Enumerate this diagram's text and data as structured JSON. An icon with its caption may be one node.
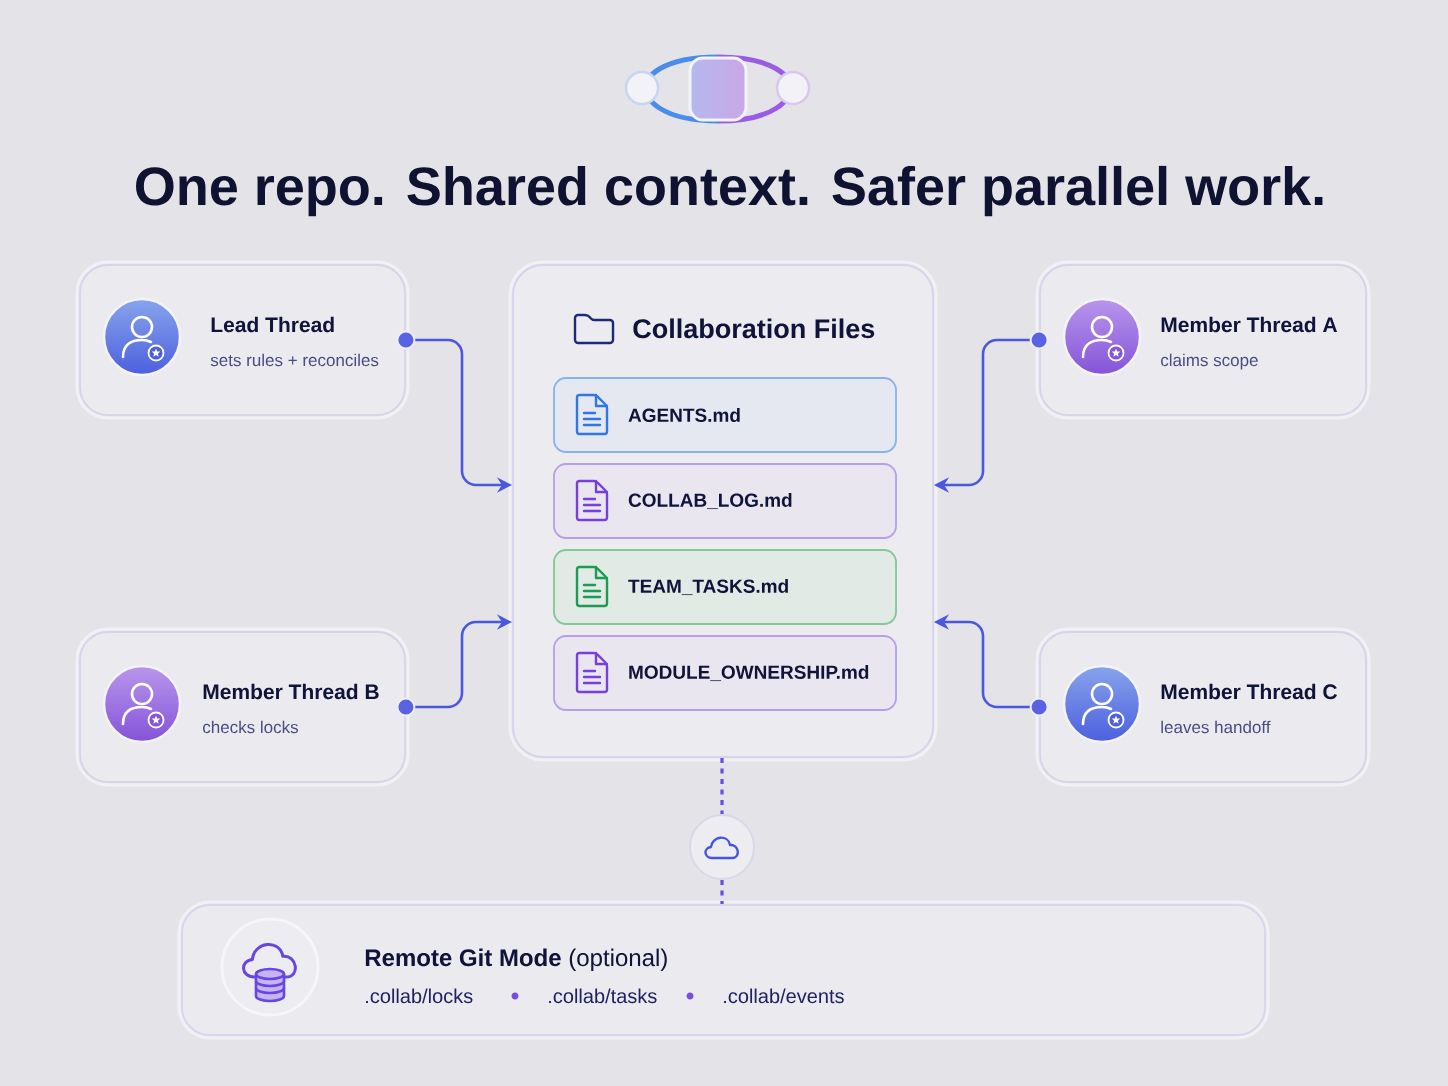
{
  "diagram": {
    "title": "One repo. Shared context. Safer parallel work.",
    "nodes": [
      {
        "text": [
          "Lead Thread",
          "sets rules + reconciles"
        ]
      },
      {
        "text": [
          "Collaboration Files"
        ]
      },
      {
        "text": [
          "AGENTS.md"
        ],
        "in": 1
      },
      {
        "text": [
          "COLLAB_LOG.md"
        ],
        "in": 1
      },
      {
        "text": [
          "TEAM_TASKS.md"
        ],
        "in": 1
      },
      {
        "text": [
          "MODULE_OWNERSHIP.md"
        ],
        "in": 1
      },
      {
        "text": [
          "Member Thread A",
          "claims scope"
        ]
      },
      {
        "text": [
          "Member Thread B",
          "checks locks"
        ]
      },
      {
        "text": [
          "Member Thread C",
          "leaves handoff"
        ]
      },
      {
        "text": [],
        "shape": "circle"
      },
      {
        "text": [
          "**Remote Git Mode** (optional)",
          ".collab/locks",
          ".collab/tasks",
          ".collab/events"
        ]
      }
    ],
    "edges": [
      {
        "from": 0,
        "to": 1,
        "arrow": "to"
      },
      {
        "from": 6,
        "to": 1,
        "arrow": "to"
      },
      {
        "from": 7,
        "to": 1,
        "arrow": "to"
      },
      {
        "from": 8,
        "to": 1,
        "arrow": "to"
      },
      {
        "from": 1,
        "to": 9,
        "arrow": "none",
        "style": "dashed",
        "color": "#6a4ce4"
      },
      {
        "from": 9,
        "to": 10,
        "arrow": "none",
        "style": "dashed",
        "color": "#6a4ce4"
      }
    ]
  }
}
